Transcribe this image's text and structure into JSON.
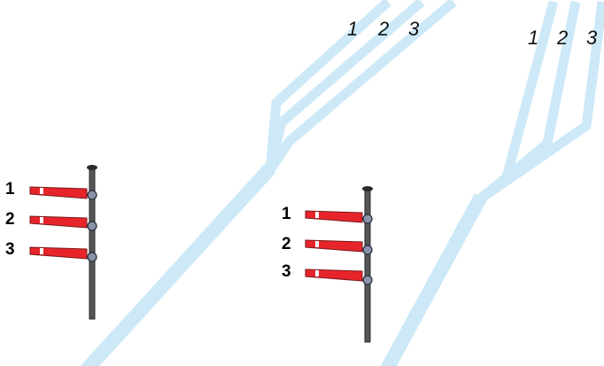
{
  "colors": {
    "track": "#cde9f8",
    "arm": "#e8242b",
    "mast": "#555555",
    "pivot": "#8a93a8",
    "background": "#ffffff"
  },
  "left_junction": {
    "track_labels": [
      "1",
      "2",
      "3"
    ]
  },
  "right_junction": {
    "track_labels": [
      "1",
      "2",
      "3"
    ]
  },
  "signals": [
    {
      "arm_labels": [
        "1",
        "2",
        "3"
      ]
    },
    {
      "arm_labels": [
        "1",
        "2",
        "3"
      ]
    }
  ]
}
